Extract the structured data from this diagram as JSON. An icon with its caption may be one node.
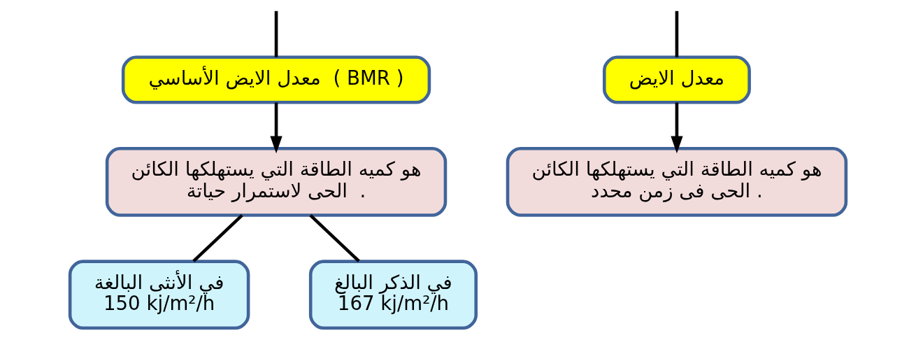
{
  "diagram": {
    "nodes": [
      {
        "text": [
          "معدل الايض الأساسي  ( BMR )"
        ]
      },
      {
        "text": [
          "هو كميه الطاقة التي يستهلكها الكائن الحى لاستمرار حياتة  ."
        ]
      },
      {
        "text": [
          "في الأنثى البالغة",
          "150 kj/m²/h"
        ]
      },
      {
        "text": [
          "في الذكر البالغ",
          "167 kj/m²/h"
        ]
      },
      {
        "text": [
          "معدل الايض"
        ]
      },
      {
        "text": [
          "هو كميه الطاقة التي يستهلكها الكائن الحى فى زمن محدد ."
        ]
      }
    ],
    "edges": [
      {
        "from": null,
        "to": 0,
        "arrow": "none"
      },
      {
        "from": 0,
        "to": 1,
        "arrow": "to"
      },
      {
        "from": 1,
        "to": 2,
        "arrow": "none"
      },
      {
        "from": 1,
        "to": 3,
        "arrow": "none"
      },
      {
        "from": null,
        "to": 4,
        "arrow": "none"
      },
      {
        "from": 4,
        "to": 5,
        "arrow": "to"
      }
    ]
  }
}
